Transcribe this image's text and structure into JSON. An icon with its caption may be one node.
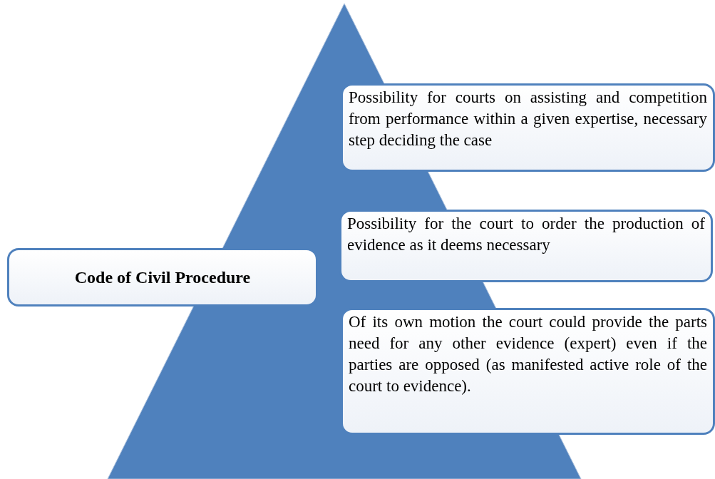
{
  "diagram": {
    "nodes": [
      {
        "text": [],
        "shape": "triangle"
      },
      {
        "text": [
          "Possibility for courts on assisting and competition from performance within a given expertise, necessary step deciding the case"
        ]
      },
      {
        "text": [
          "Possibility for the court to order the production of evidence as it deems necessary"
        ]
      },
      {
        "text": [
          "Code of Civil Procedure"
        ]
      },
      {
        "text": [
          "Of its own motion the court could provide the parts need for any other evidence (expert) even if the parties are opposed (as manifested active role of the court to evidence)."
        ]
      }
    ]
  }
}
